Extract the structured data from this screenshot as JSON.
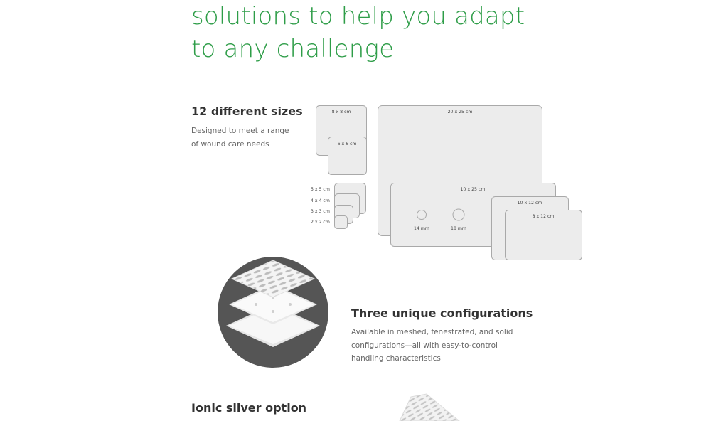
{
  "headline": {
    "line1": "solutions to help you adapt",
    "line2": "to any challenge"
  },
  "sizes": {
    "title": "12 different sizes",
    "desc_line1": "Designed to meet a range",
    "desc_line2": "of wound care needs",
    "items": [
      {
        "id": "8x8",
        "label": "8 x 8 cm"
      },
      {
        "id": "6x6",
        "label": "6 x 6 cm"
      },
      {
        "id": "20x25",
        "label": "20 x 25 cm"
      },
      {
        "id": "5x5",
        "label": "5 x 5 cm"
      },
      {
        "id": "4x4",
        "label": "4 x 4 cm"
      },
      {
        "id": "3x3",
        "label": "3 x 3 cm"
      },
      {
        "id": "2x2",
        "label": "2 x 2 cm"
      },
      {
        "id": "10x25",
        "label": "10 x 25 cm"
      },
      {
        "id": "14mm",
        "label": "14 mm"
      },
      {
        "id": "18mm",
        "label": "18 mm"
      },
      {
        "id": "10x12",
        "label": "10 x 12 cm"
      },
      {
        "id": "8x12",
        "label": "8 x 12 cm"
      }
    ]
  },
  "configurations": {
    "title": "Three unique configurations",
    "desc_line1": "Available in meshed, fenestrated, and solid",
    "desc_line2": "configurations—all with easy-to-control",
    "desc_line3": "handling characteristics"
  },
  "silver": {
    "title": "Ionic silver option"
  },
  "colors": {
    "accent_green": "#2e9d48",
    "pad_fill": "#ececec",
    "pad_stroke": "#a9a9a9",
    "circle_bg": "#555555"
  }
}
